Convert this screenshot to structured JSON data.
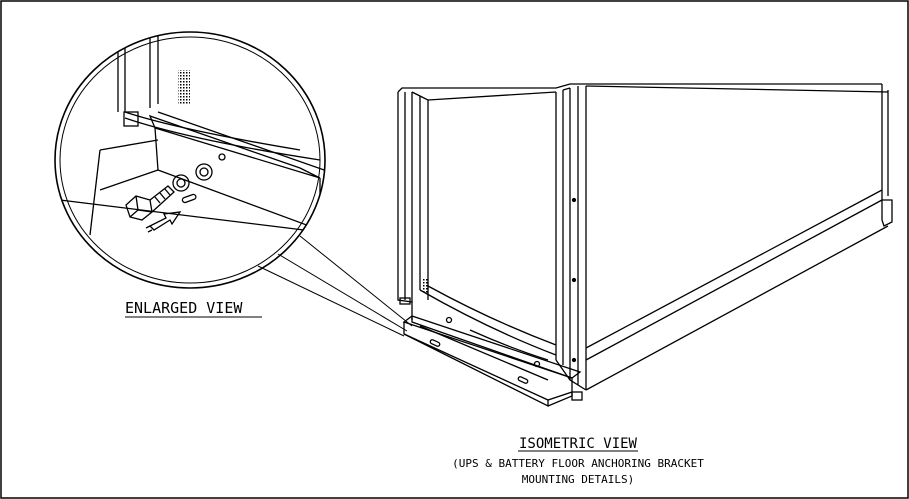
{
  "labels": {
    "enlarged_view": "ENLARGED VIEW",
    "isometric_view": "ISOMETRIC VIEW",
    "caption_line1": "(UPS & BATTERY FLOOR ANCHORING BRACKET",
    "caption_line2": "MOUNTING DETAILS)"
  },
  "icons": [
    "bolt-icon",
    "washer-icon",
    "direction-arrow-icon"
  ],
  "colors": {
    "line": "#000000",
    "background": "#ffffff"
  }
}
